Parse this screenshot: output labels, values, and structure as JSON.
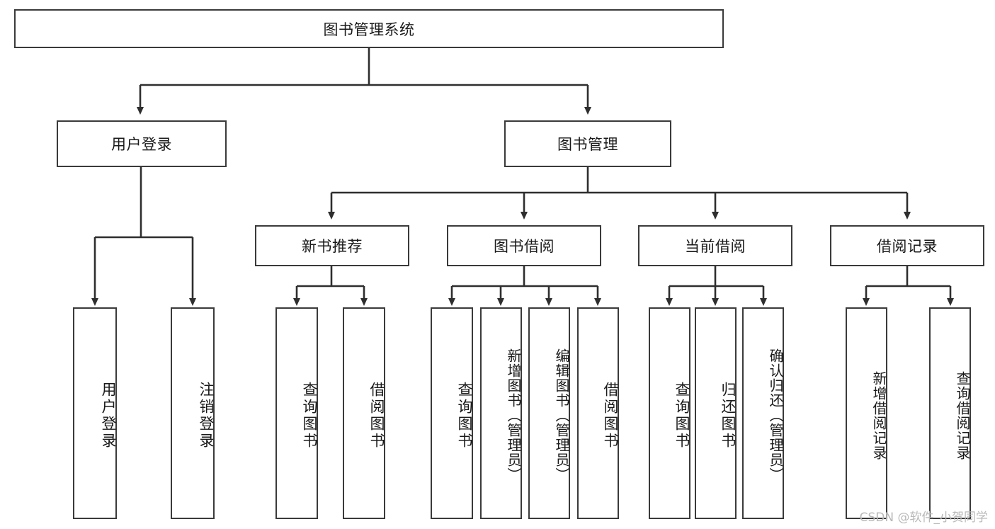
{
  "diagram": {
    "title": "图书管理系统",
    "type": "tree-structure-chart",
    "root": {
      "id": "root",
      "label": "图书管理系统"
    },
    "level2": [
      {
        "id": "user-login",
        "label": "用户登录"
      },
      {
        "id": "book-management",
        "label": "图书管理"
      }
    ],
    "level3": [
      {
        "id": "new-book-recommend",
        "label": "新书推荐"
      },
      {
        "id": "book-borrow",
        "label": "图书借阅"
      },
      {
        "id": "current-borrow",
        "label": "当前借阅"
      },
      {
        "id": "borrow-record",
        "label": "借阅记录"
      }
    ],
    "leaves": {
      "user_login": [
        {
          "id": "leaf-user-login",
          "label": "用户登录"
        },
        {
          "id": "leaf-logout-login",
          "label": "注销登录"
        }
      ],
      "new_book_recommend": [
        {
          "id": "leaf-query-book-1",
          "label": "查询图书"
        },
        {
          "id": "leaf-borrow-book-1",
          "label": "借阅图书"
        }
      ],
      "book_borrow": [
        {
          "id": "leaf-query-book-2",
          "label": "查询图书"
        },
        {
          "id": "leaf-add-book",
          "label": "新增图书（管理员）"
        },
        {
          "id": "leaf-edit-book",
          "label": "编辑图书（管理员）"
        },
        {
          "id": "leaf-borrow-book-2",
          "label": "借阅图书"
        }
      ],
      "current_borrow": [
        {
          "id": "leaf-query-book-3",
          "label": "查询图书"
        },
        {
          "id": "leaf-return-book",
          "label": "归还图书"
        },
        {
          "id": "leaf-confirm-return",
          "label": "确认归还（管理员）"
        }
      ],
      "borrow_record": [
        {
          "id": "leaf-add-record",
          "label": "新增借阅记录"
        },
        {
          "id": "leaf-query-record",
          "label": "查询借阅记录"
        }
      ]
    },
    "colors": {
      "border": "#3a3a3a",
      "connector": "#2e2e2e",
      "background": "#ffffff",
      "text": "#1a1a1a",
      "watermark": "#b9b9b9"
    }
  },
  "watermark": {
    "text": "CSDN @软件_小贺同学"
  }
}
